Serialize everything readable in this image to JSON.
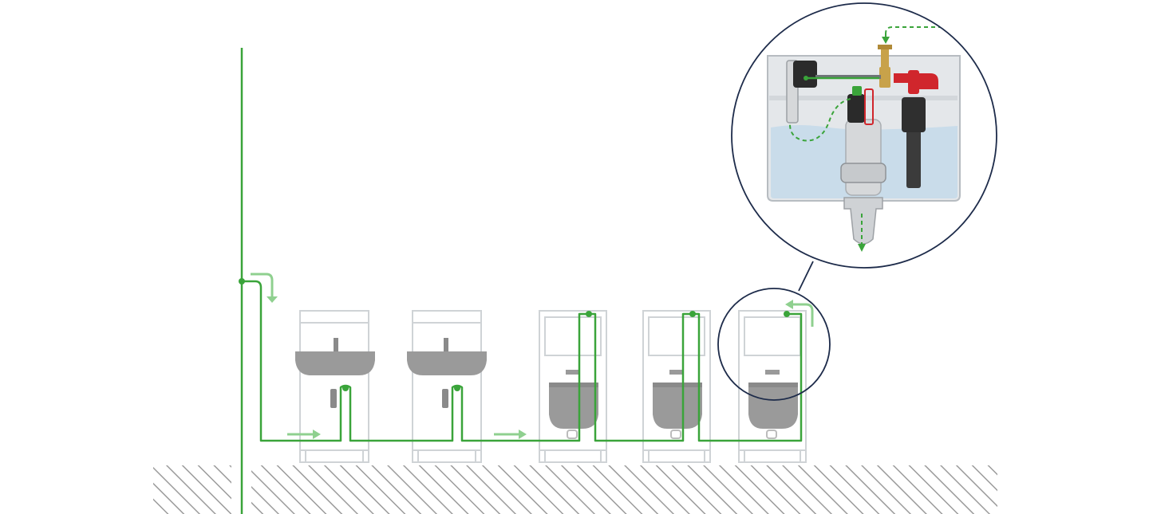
{
  "diagram": {
    "type": "plumbing-schematic",
    "fixtures": [
      {
        "kind": "washbasin"
      },
      {
        "kind": "washbasin"
      },
      {
        "kind": "wall-hung-toilet"
      },
      {
        "kind": "wall-hung-toilet"
      },
      {
        "kind": "wall-hung-toilet"
      }
    ],
    "detail_view": {
      "subject": "concealed-cistern-cutaway",
      "magnifies": "fixture-5"
    },
    "colors": {
      "pipe": "#3aa43a",
      "flow_arrow": "#8fd08f",
      "frame": "#cfd3d6",
      "fixture": "#9a9a9a",
      "floor_hatch": "#9b9b9b",
      "callout_ring": "#1d2b4a",
      "cistern_water": "#c9dcea",
      "valve_red": "#d0262c"
    }
  }
}
